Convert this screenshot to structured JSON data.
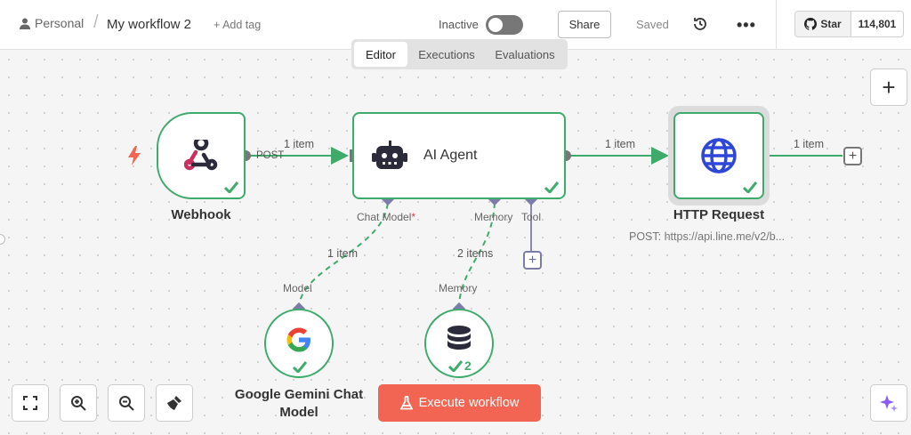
{
  "header": {
    "project": "Personal",
    "separator": "/",
    "workflow_title": "My workflow 2",
    "add_tag": "+ Add tag",
    "status_label": "Inactive",
    "share_label": "Share",
    "saved_label": "Saved",
    "more_label": "•••",
    "github": {
      "star_label": "Star",
      "count": "114,801"
    }
  },
  "tabs": [
    {
      "label": "Editor",
      "active": true
    },
    {
      "label": "Executions",
      "active": false
    },
    {
      "label": "Evaluations",
      "active": false
    }
  ],
  "nodes": {
    "webhook": {
      "label": "Webhook",
      "icon": "webhook-icon"
    },
    "agent": {
      "label": "AI Agent",
      "icon": "robot-icon"
    },
    "http": {
      "label": "HTTP Request",
      "subtitle": "POST: https://api.line.me/v2/b...",
      "icon": "globe-icon"
    },
    "gemini": {
      "label_line1": "Google Gemini Chat",
      "label_line2": "Model",
      "icon": "google-icon"
    },
    "memory": {
      "badge": "2",
      "icon": "database-icon"
    }
  },
  "edges": {
    "webhook_output": "POST",
    "webhook_to_agent": "1 item",
    "agent_to_http": "1 item",
    "http_output": "1 item",
    "model_edge": "1 item",
    "memory_edge": "2 items"
  },
  "ports": {
    "chat_model": "Chat Model",
    "chat_model_required": "*",
    "memory": "Memory",
    "tool": "Tool",
    "model_input": "Model",
    "memory_input": "Memory"
  },
  "controls": {
    "add_node": "+",
    "execute_label": "Execute workflow"
  },
  "colors": {
    "success": "#3eab6b",
    "accent": "#f26552",
    "port": "#7c7ca8"
  }
}
